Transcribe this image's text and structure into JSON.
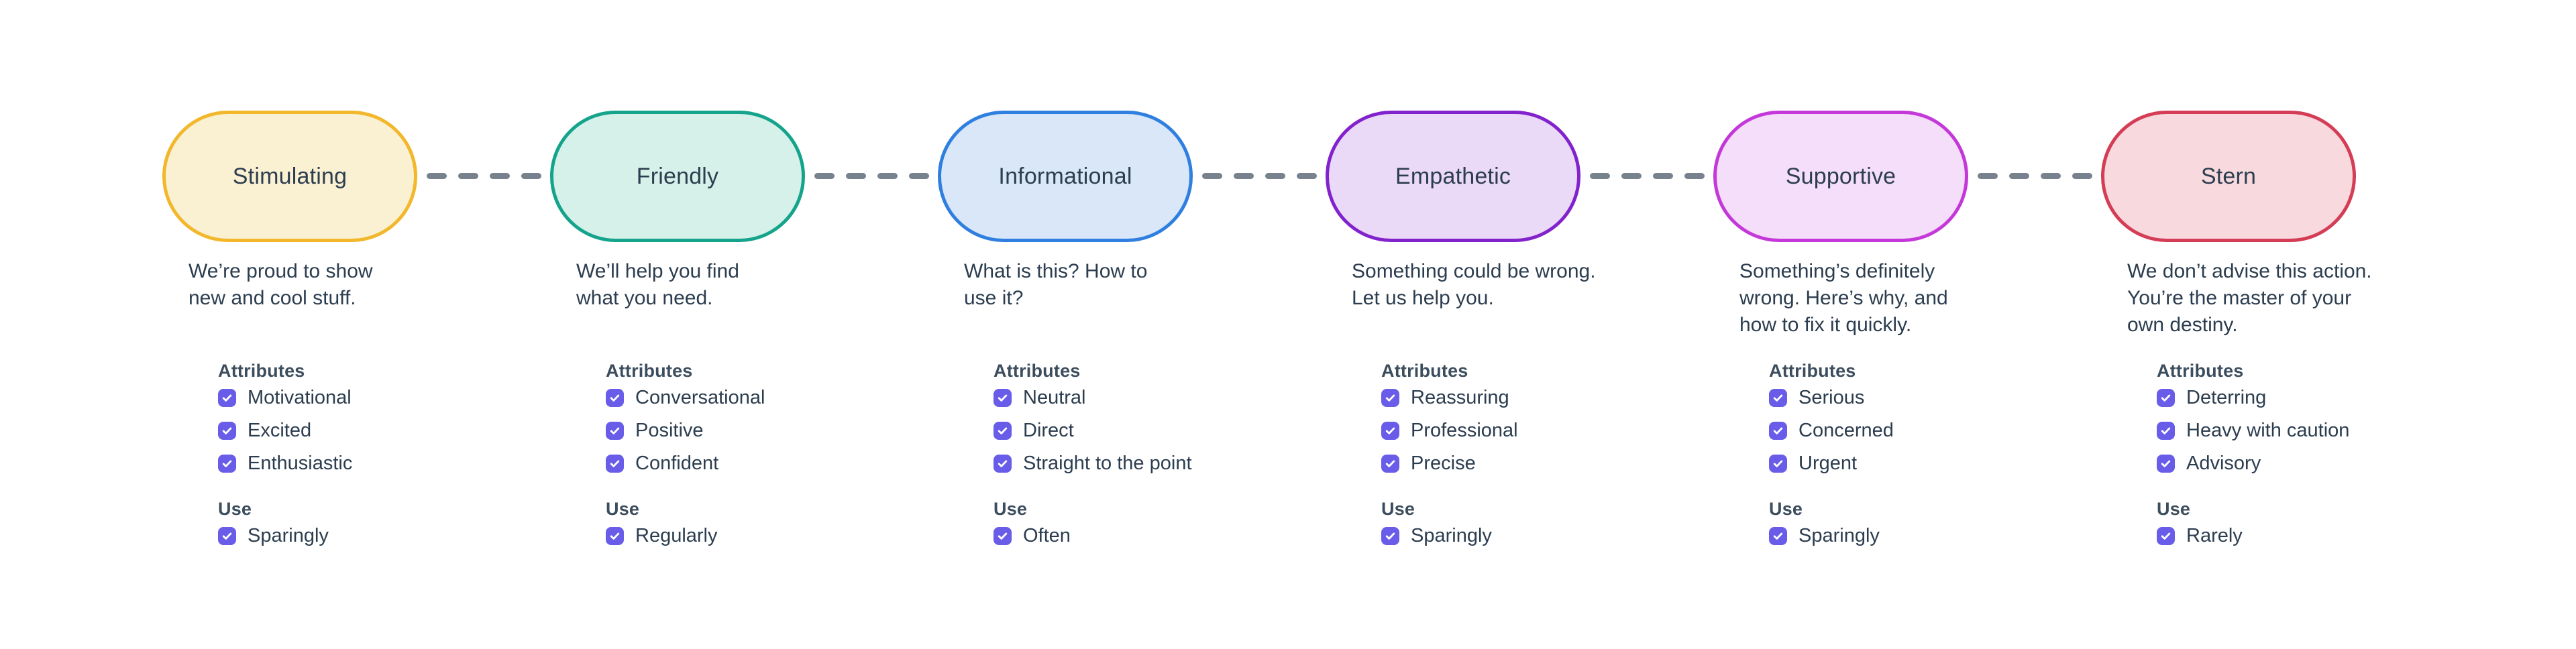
{
  "page": {
    "background": "#ffffff",
    "text_color": "#2c3d4f",
    "header_color": "#3c4d5d"
  },
  "connector": {
    "color": "#78828f",
    "style": "dashed",
    "dashes_per_link": 4
  },
  "checkbox": {
    "color": "#695ce8",
    "checked": true
  },
  "columns": [
    {
      "title": "Stimulating",
      "description": "We’re proud to show\nnew and cool stuff.",
      "pill_fill": "#faf0d2",
      "pill_border": "#f2b72a",
      "attributes_label": "Attributes",
      "attributes": [
        "Motivational",
        "Excited",
        "Enthusiastic"
      ],
      "use_label": "Use",
      "use": [
        "Sparingly"
      ]
    },
    {
      "title": "Friendly",
      "description": "We’ll help you find\nwhat you need.",
      "pill_fill": "#d6f0ea",
      "pill_border": "#14a38b",
      "attributes_label": "Attributes",
      "attributes": [
        "Conversational",
        "Positive",
        "Confident"
      ],
      "use_label": "Use",
      "use": [
        "Regularly"
      ]
    },
    {
      "title": "Informational",
      "description": "What is this? How to\nuse it?",
      "pill_fill": "#d9e7f8",
      "pill_border": "#2f7fe0",
      "attributes_label": "Attributes",
      "attributes": [
        "Neutral",
        "Direct",
        "Straight to the point"
      ],
      "use_label": "Use",
      "use": [
        "Often"
      ]
    },
    {
      "title": "Empathetic",
      "description": "Something could be wrong.\nLet us help you.",
      "pill_fill": "#ebdaf7",
      "pill_border": "#8222cc",
      "attributes_label": "Attributes",
      "attributes": [
        "Reassuring",
        "Professional",
        "Precise"
      ],
      "use_label": "Use",
      "use": [
        "Sparingly"
      ]
    },
    {
      "title": "Supportive",
      "description": "Something’s definitely\nwrong. Here’s why, and\nhow to fix it quickly.",
      "pill_fill": "#f5def9",
      "pill_border": "#c438da",
      "attributes_label": "Attributes",
      "attributes": [
        "Serious",
        "Concerned",
        "Urgent"
      ],
      "use_label": "Use",
      "use": [
        "Sparingly"
      ]
    },
    {
      "title": "Stern",
      "description": "We don’t advise this action.\nYou’re the master of your\nown destiny.",
      "pill_fill": "#f8dade",
      "pill_border": "#d43d55",
      "attributes_label": "Attributes",
      "attributes": [
        "Deterring",
        "Heavy with caution",
        "Advisory"
      ],
      "use_label": "Use",
      "use": [
        "Rarely"
      ]
    }
  ]
}
